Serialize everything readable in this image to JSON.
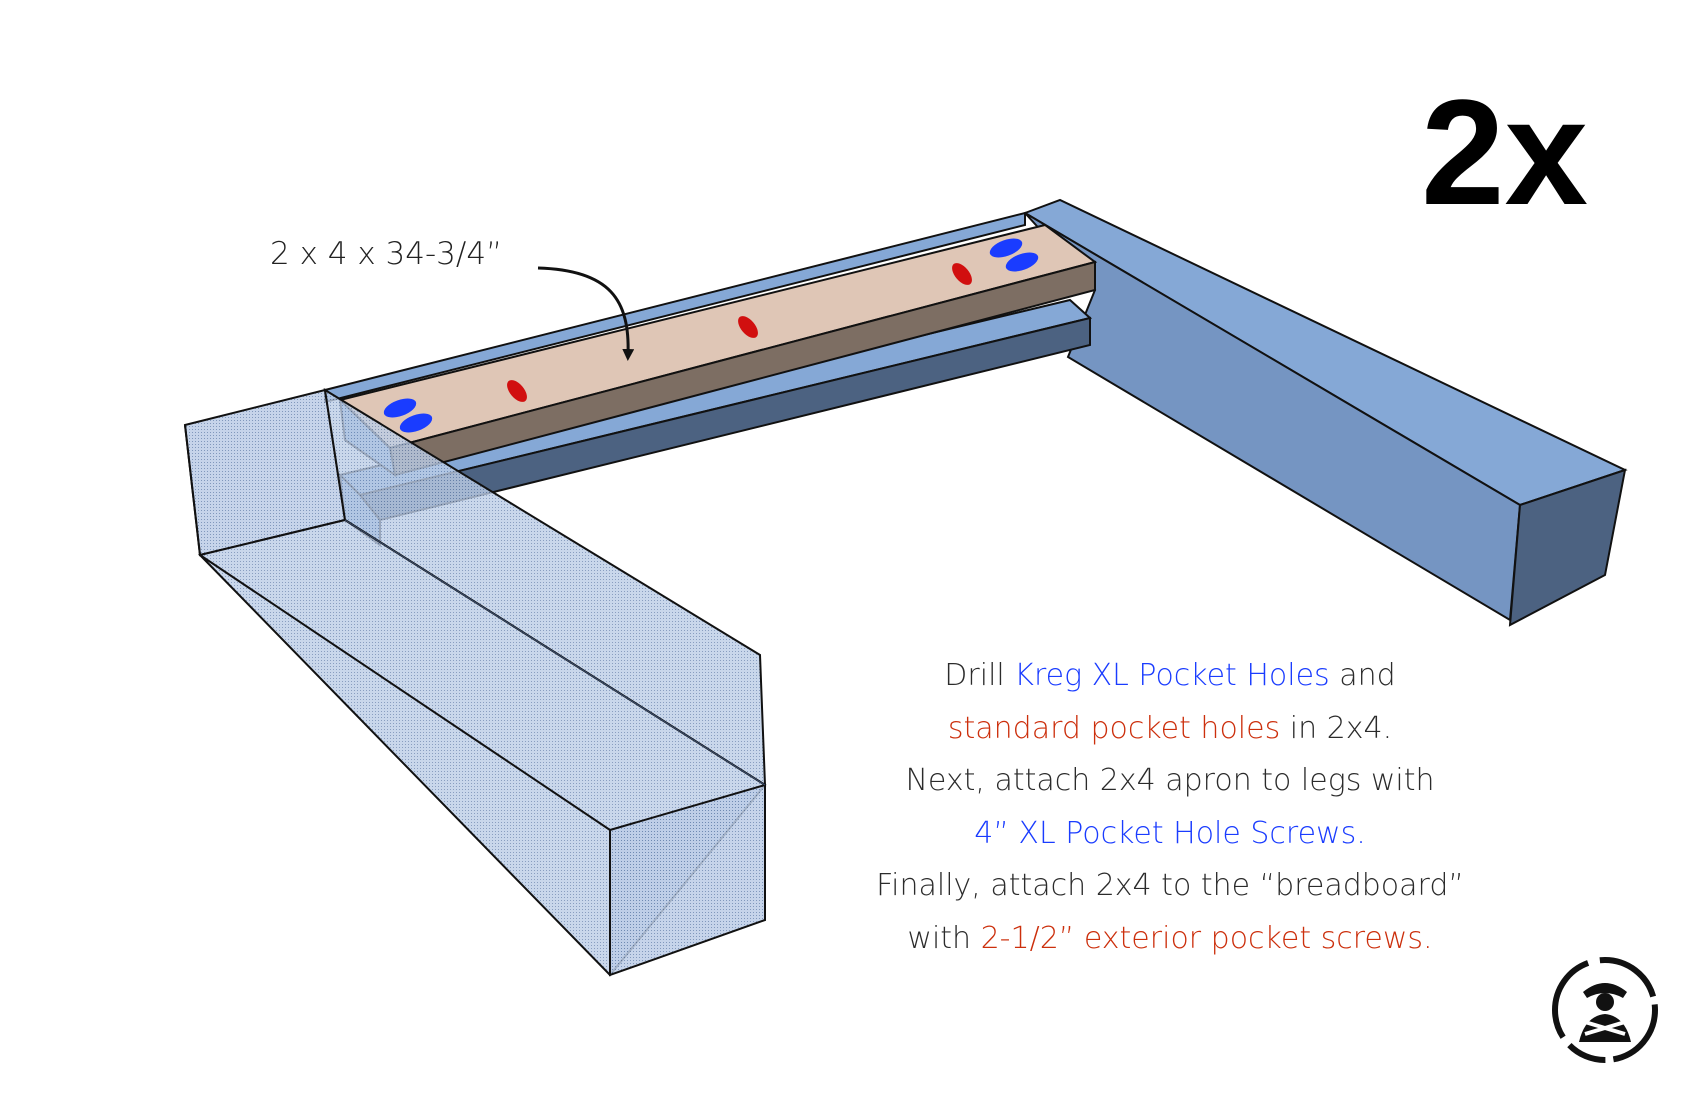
{
  "count_label": "2x",
  "callout": {
    "dimension_label": "2 x 4 x 34-3/4”"
  },
  "instructions": {
    "line1": {
      "t1": "Drill ",
      "h1": "Kreg XL Pocket Holes",
      "t2": " and"
    },
    "line2": {
      "h1": "standard pocket holes",
      "t1": " in 2x4."
    },
    "line3": {
      "t1": "Next, attach 2x4 apron to legs with"
    },
    "line4": {
      "h1": "4” XL Pocket Hole Screws."
    },
    "line5": {
      "t1": "Finally, attach 2x4 to the “breadboard”"
    },
    "line6": {
      "t1": "with ",
      "h1": "2-1/2” exterior pocket screws."
    }
  },
  "colors": {
    "leg_top": "#85a8d6",
    "leg_side": "#7595c2",
    "leg_end": "#4c6281",
    "apron_top": "#dfc6b6",
    "apron_side": "#7d6e63",
    "xl_pocket_hole": "#1a3cff",
    "standard_pocket_hole": "#d10f0f"
  },
  "icons": {
    "logo": "woodworker-logo-icon",
    "arrow": "curved-arrow-icon"
  }
}
